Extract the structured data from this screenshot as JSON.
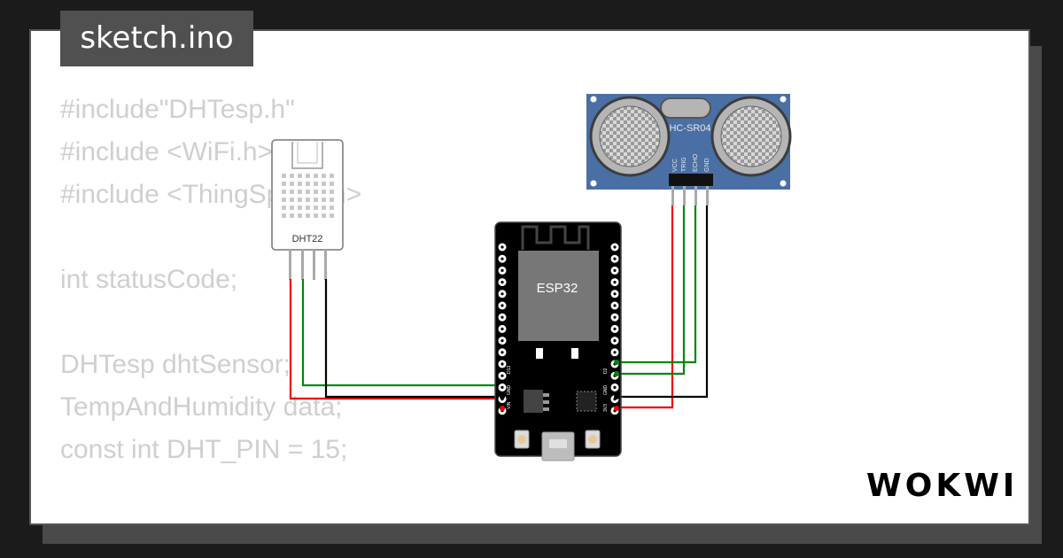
{
  "header": {
    "title": "sketch.ino"
  },
  "code_lines": [
    "#include\"DHTesp.h\"",
    "#include <WiFi.h>",
    "#include <ThingSpeak.h>",
    "",
    "int statusCode;",
    "",
    "DHTesp dhtSensor;",
    "TempAndHumidity data;",
    "const int DHT_PIN = 15;"
  ],
  "components": {
    "dht": {
      "label": "DHT22"
    },
    "esp": {
      "label": "ESP32"
    },
    "sonar": {
      "label": "HC-SR04",
      "pins": [
        "VCC",
        "TRIG",
        "ECHO",
        "GND"
      ]
    }
  },
  "wire_colors": {
    "power": "#ee0000",
    "signal": "#00880b",
    "ground": "#000000"
  },
  "brand": {
    "logo": "WOKWI"
  }
}
